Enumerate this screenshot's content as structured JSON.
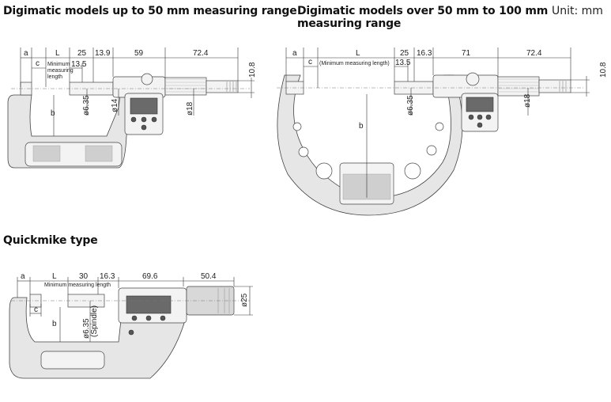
{
  "titles": {
    "up_to_50": "Digimatic models up to 50 mm measuring range",
    "over_50_line1": "Digimatic models over 50 mm to 100 mm",
    "over_50_line2": "measuring range",
    "unit": "Unit: mm",
    "quickmike": "Quickmike type"
  },
  "diagram1": {
    "a": "a",
    "c": "c",
    "L": "L",
    "b": "b",
    "min_len_1": "Minimum",
    "min_len_2": "measuring",
    "min_len_3": "length",
    "d25": "25",
    "d13_5": "13.5",
    "d13_9": "13.9",
    "d59": "59",
    "d72_4": "72.4",
    "d10_8": "10.8",
    "phi6_35": "ø6.35",
    "phi14": "ø14",
    "phi18": "ø18"
  },
  "diagram2": {
    "a": "a",
    "c": "c",
    "L": "L",
    "b": "b",
    "min_len": "(Minimum measuring length)",
    "d25": "25",
    "d13_5": "13.5",
    "d16_3": "16.3",
    "d71": "71",
    "d72_4": "72.4",
    "d10_8": "10.8",
    "phi6_35": "ø6.35",
    "phi18": "ø18"
  },
  "diagram3": {
    "a": "a",
    "c": "c",
    "L": "L",
    "b": "b",
    "min_len": "Minimum measuring length",
    "d30": "30",
    "d16_3": "16.3",
    "d69_6": "69.6",
    "d50_4": "50.4",
    "phi6_35": "ø6.35",
    "spindle": "(Spindle)",
    "phi25": "ø25"
  }
}
